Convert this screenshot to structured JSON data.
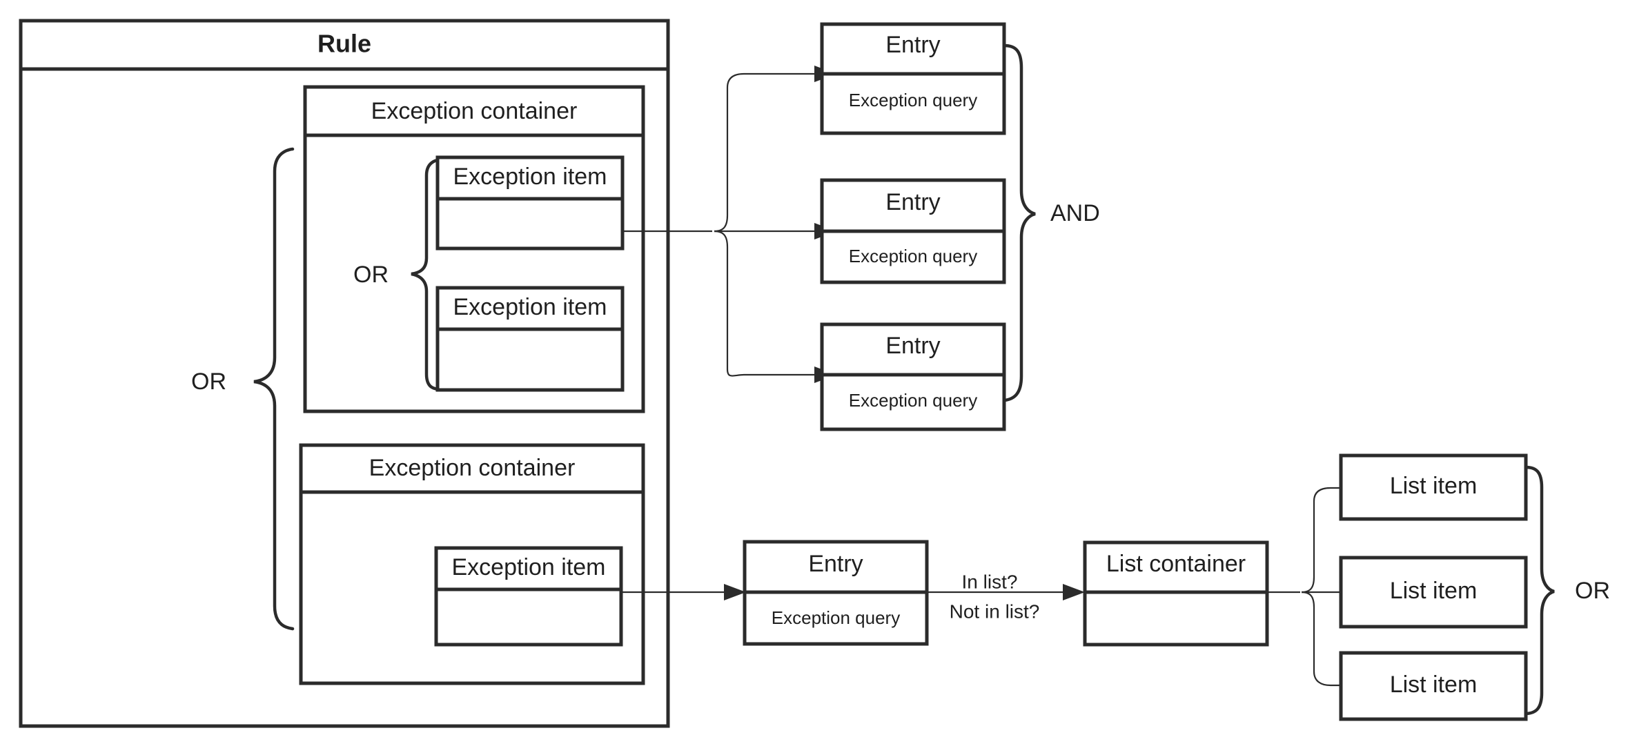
{
  "diagram": {
    "title": "Rule",
    "rule": {
      "label": "Rule"
    },
    "exception_containers": [
      {
        "label": "Exception container",
        "operator": "OR",
        "items": [
          {
            "label": "Exception item",
            "body": ""
          },
          {
            "label": "Exception item",
            "body": ""
          }
        ]
      },
      {
        "label": "Exception container",
        "operator": "",
        "items": [
          {
            "label": "Exception item",
            "body": ""
          }
        ]
      }
    ],
    "rule_operator": "OR",
    "entries_top": {
      "operator": "AND",
      "items": [
        {
          "header": "Entry",
          "body": "Exception query"
        },
        {
          "header": "Entry",
          "body": "Exception query"
        },
        {
          "header": "Entry",
          "body": "Exception query"
        }
      ]
    },
    "entry_bottom": {
      "header": "Entry",
      "body": "Exception query"
    },
    "edge_labels": {
      "in_list": "In list?",
      "not_in_list": "Not in list?"
    },
    "list_container": {
      "header": "List container",
      "body": ""
    },
    "list_items": {
      "operator": "OR",
      "items": [
        {
          "label": "List item"
        },
        {
          "label": "List item"
        },
        {
          "label": "List item"
        }
      ]
    },
    "colors": {
      "stroke": "#2b2b2b",
      "text": "#1f1f1f",
      "background": "#ffffff"
    }
  }
}
